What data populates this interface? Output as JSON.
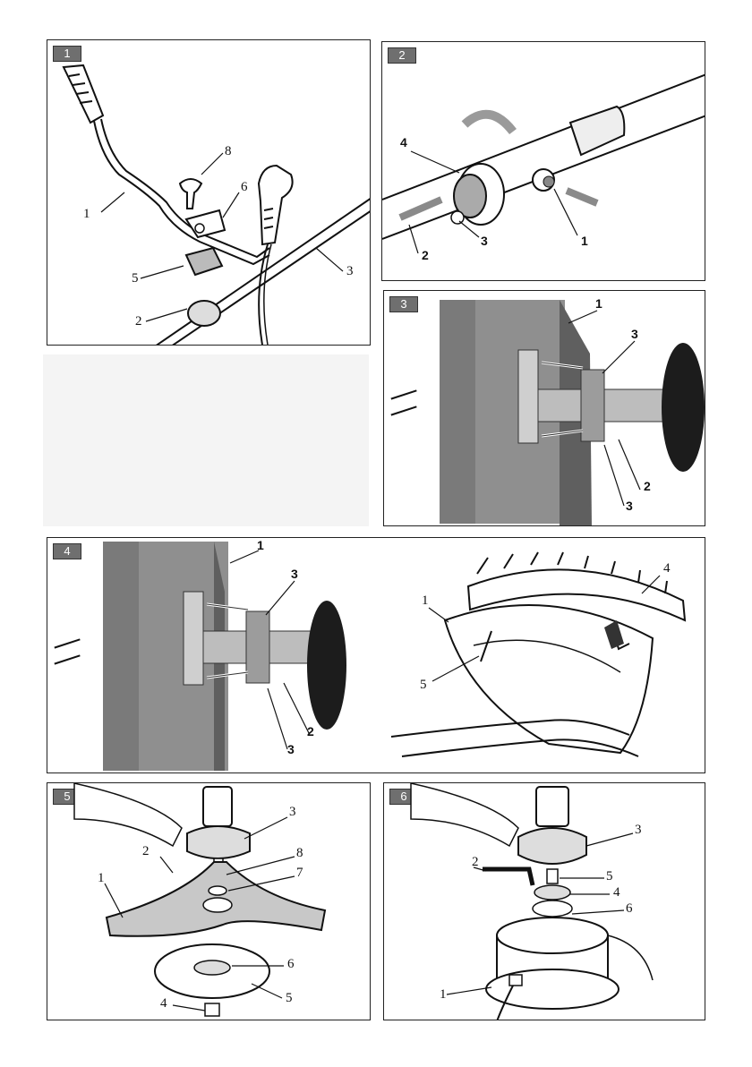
{
  "panels": [
    {
      "id": "1",
      "badge": "1",
      "labels": [
        "1",
        "2",
        "3",
        "5",
        "6",
        "8"
      ]
    },
    {
      "id": "2",
      "badge": "2",
      "labels": [
        "1",
        "2",
        "3",
        "4"
      ]
    },
    {
      "id": "3",
      "badge": "3",
      "labels": [
        "1",
        "2",
        "3",
        "3"
      ]
    },
    {
      "id": "4",
      "badge": "4",
      "labels": [
        "1",
        "2",
        "3",
        "3",
        "1",
        "4",
        "5"
      ]
    },
    {
      "id": "5",
      "badge": "5",
      "labels": [
        "1",
        "2",
        "3",
        "4",
        "5",
        "6",
        "7",
        "8"
      ]
    },
    {
      "id": "6",
      "badge": "6",
      "labels": [
        "1",
        "2",
        "3",
        "4",
        "5",
        "6"
      ]
    }
  ],
  "colors": {
    "frame": "#222222",
    "badge": "#6f6f6f",
    "photo": "#9a9a9a",
    "gray_fill": "#c8c8c8"
  }
}
